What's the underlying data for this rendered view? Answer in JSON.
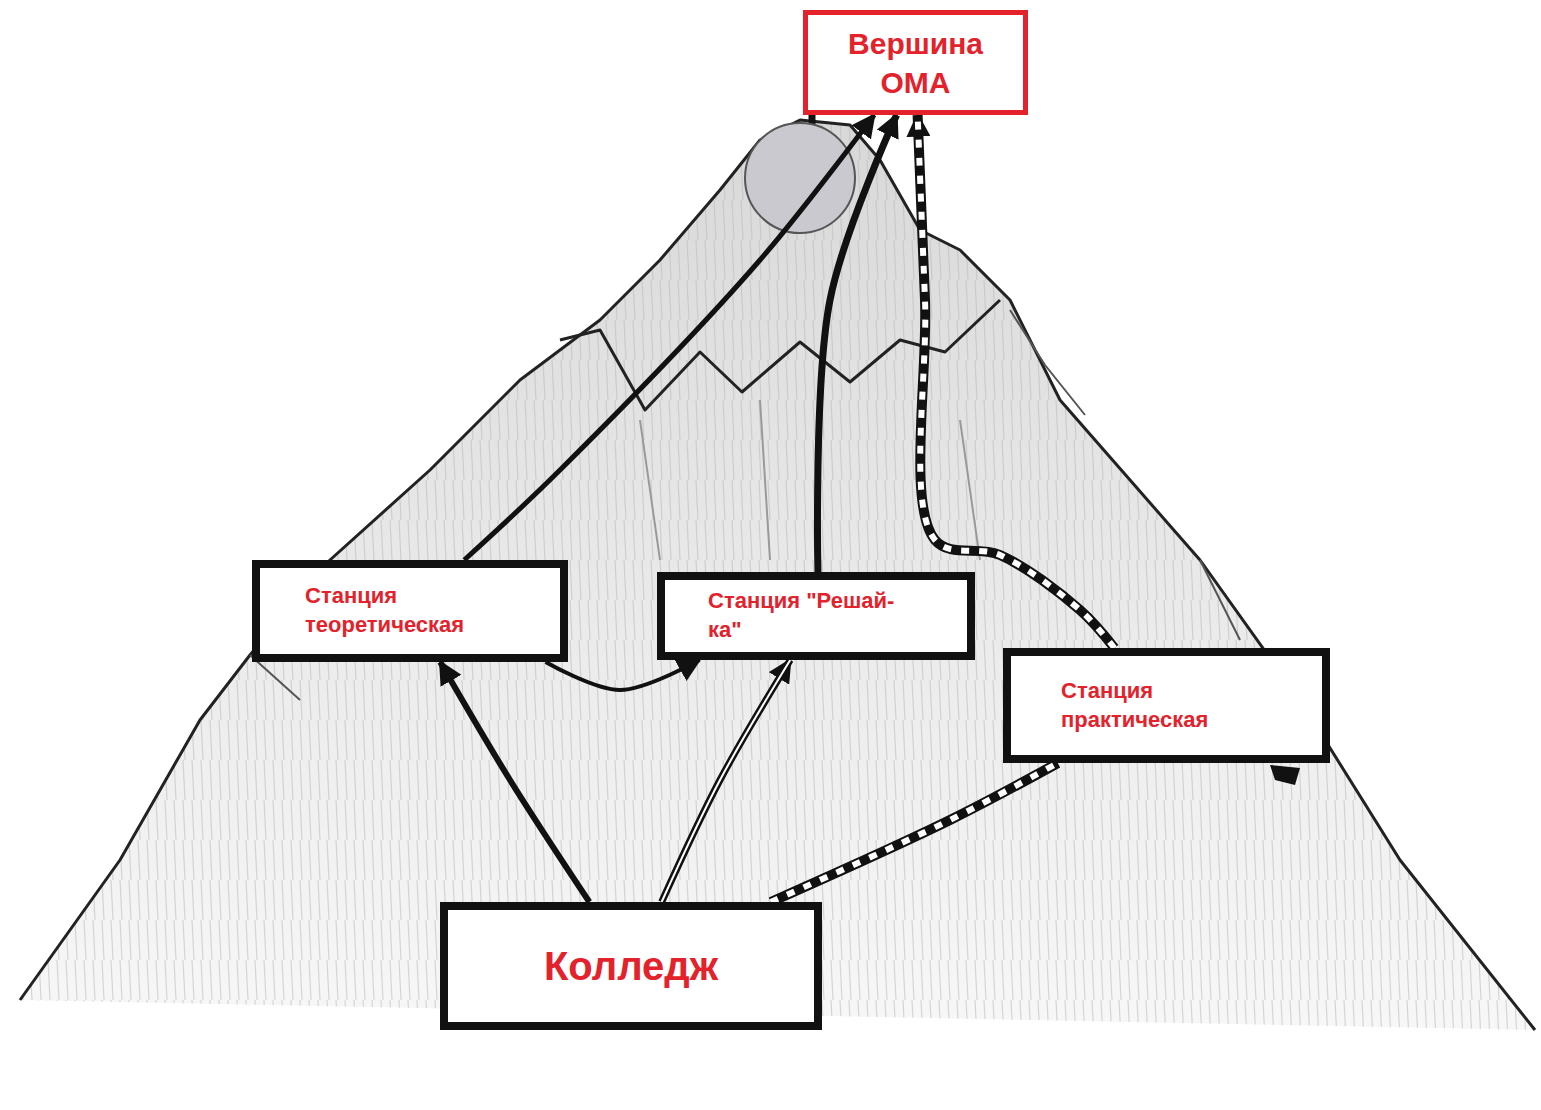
{
  "diagram": {
    "nodes": [
      {
        "text": [
          "Вершина ОМА"
        ]
      },
      {
        "text": [
          "Станция теоретическая"
        ]
      },
      {
        "text": [
          "Станция \"Решай-ка\""
        ]
      },
      {
        "text": [
          "Станция практическая"
        ]
      },
      {
        "text": [
          "Колледж"
        ]
      }
    ],
    "edges": [
      {
        "from": 4,
        "to": 1,
        "arrow": "to"
      },
      {
        "from": 4,
        "to": 2,
        "arrow": "to"
      },
      {
        "from": 4,
        "to": 3,
        "arrow": "none"
      },
      {
        "from": 1,
        "to": 2,
        "arrow": "to"
      },
      {
        "from": 1,
        "to": 0,
        "arrow": "to"
      },
      {
        "from": 2,
        "to": 0,
        "arrow": "to"
      },
      {
        "from": 3,
        "to": 0,
        "arrow": "to"
      }
    ]
  }
}
